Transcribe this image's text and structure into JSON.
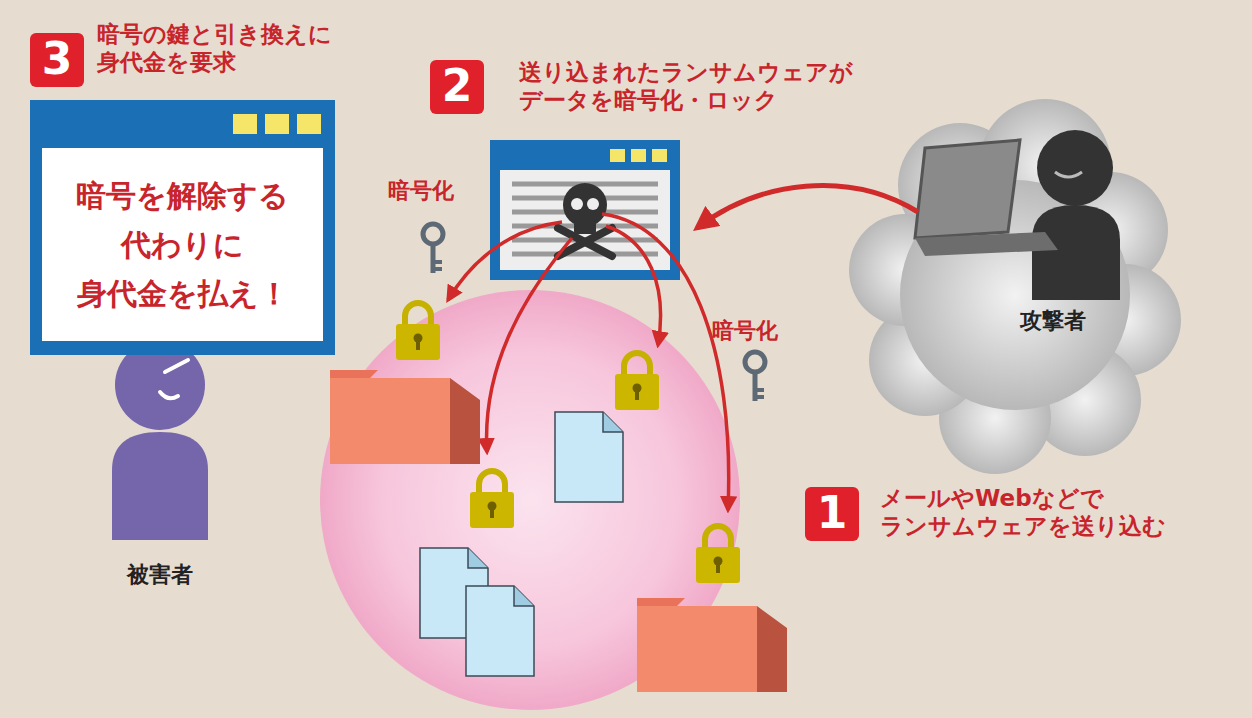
{
  "diagram": {
    "nodes": [
      {
        "text": [
          "暗号を解除する 代わりに 身代金を払え！"
        ]
      },
      {
        "text": [
          "被害者"
        ]
      },
      {
        "text": [
          "攻撃者"
        ]
      }
    ],
    "labels": [
      "3",
      "暗号の鍵と引き換えに 身代金を要求",
      "2",
      "送り込まれたランサムウェアが データを暗号化・ロック",
      "暗号化",
      "暗号化",
      "1",
      "メールやWebなどで ランサムウェアを送り込む"
    ]
  }
}
